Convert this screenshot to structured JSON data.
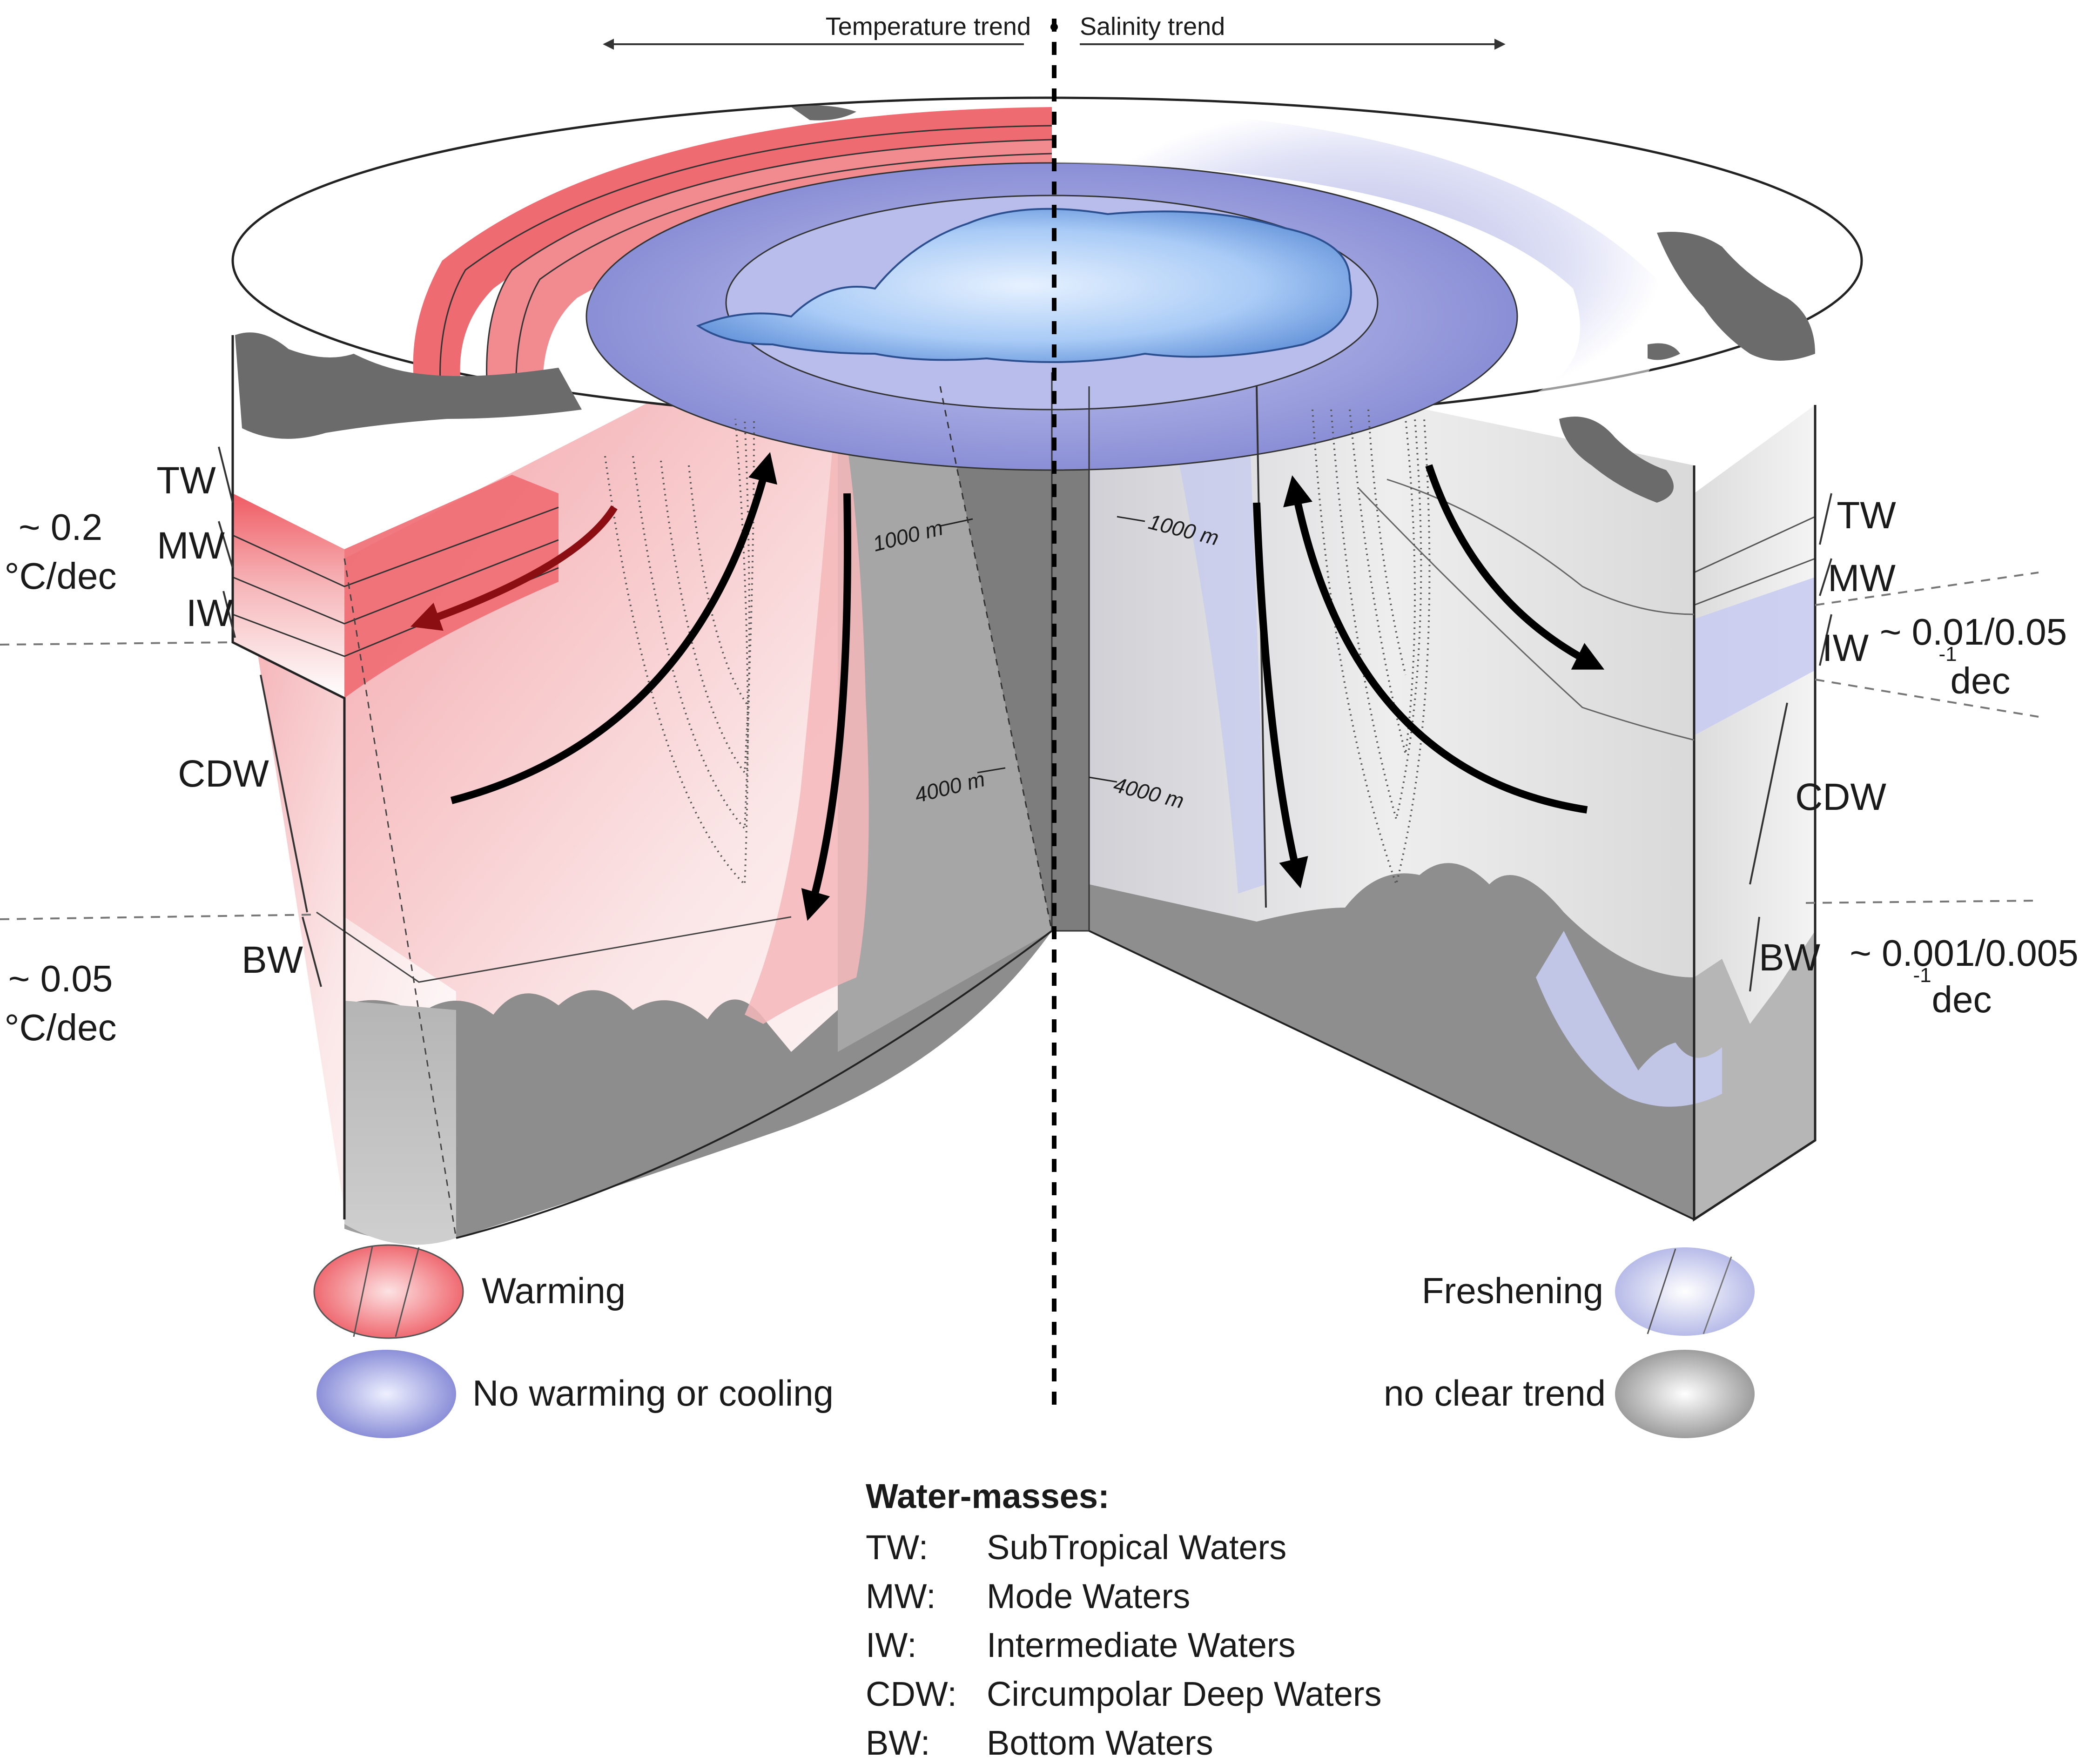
{
  "header": {
    "temperature_trend": "Temperature trend",
    "salinity_trend": "Salinity trend"
  },
  "left_layers": {
    "tw": "TW",
    "mw": "MW",
    "iw": "IW",
    "cdw": "CDW",
    "bw": "BW"
  },
  "right_layers": {
    "tw": "TW",
    "mw": "MW",
    "iw": "IW",
    "cdw": "CDW",
    "bw": "BW"
  },
  "left_rates": {
    "upper_line1": "~ 0.2",
    "upper_line2": "°C/dec",
    "lower_line1": "~ 0.05",
    "lower_line2": "°C/dec"
  },
  "right_rates": {
    "upper_line1": "~ 0.01/0.05",
    "upper_sup": "-1",
    "upper_line2": "dec",
    "lower_line1": "~ 0.001/0.005",
    "lower_sup": "-1",
    "lower_line2": "dec"
  },
  "depth_labels": {
    "left_1000": "1000 m",
    "left_4000": "4000 m",
    "right_1000": "1000 m",
    "right_4000": "4000 m"
  },
  "legend": {
    "warming": "Warming",
    "no_warming": "No warming or cooling",
    "freshening": "Freshening",
    "no_clear_trend": "no clear trend"
  },
  "water_masses": {
    "title": "Water-masses:",
    "items": [
      {
        "abbr": "TW:",
        "name": "SubTropical Waters"
      },
      {
        "abbr": "MW:",
        "name": "Mode Waters"
      },
      {
        "abbr": "IW:",
        "name": "Intermediate Waters"
      },
      {
        "abbr": "CDW:",
        "name": "Circumpolar Deep Waters"
      },
      {
        "abbr": "BW:",
        "name": "Bottom Waters"
      }
    ]
  },
  "colors": {
    "warming": "#ef5b63",
    "warming_light": "#f7c7c9",
    "no_change_blue": "#9397d6",
    "freshening": "#b9bce8",
    "no_trend_grey": "#9a9a9a",
    "arrow_dark_red": "#8b0f12",
    "land_grey": "#6b6b6b",
    "ice_blue": "#8fb8ee"
  },
  "icons": [
    "antarctica-ice-icon",
    "circulation-arrow-icon",
    "legend-ellipse-icon"
  ]
}
